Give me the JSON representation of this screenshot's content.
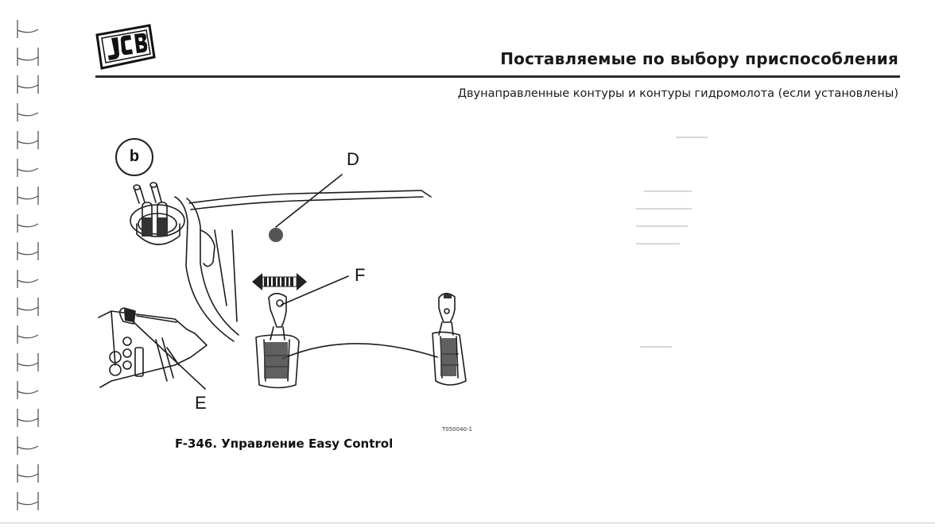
{
  "header": {
    "logo": "JCB",
    "title": "Поставляемые по выбору приспособления",
    "subtitle": "Двунаправленные контуры и контуры гидромолота (если установлены)"
  },
  "figure": {
    "view_letter": "b",
    "callouts": {
      "d": "D",
      "e": "E",
      "f": "F"
    },
    "image_code": "T050040-1",
    "caption": "F-346. Управление Easy Control"
  }
}
